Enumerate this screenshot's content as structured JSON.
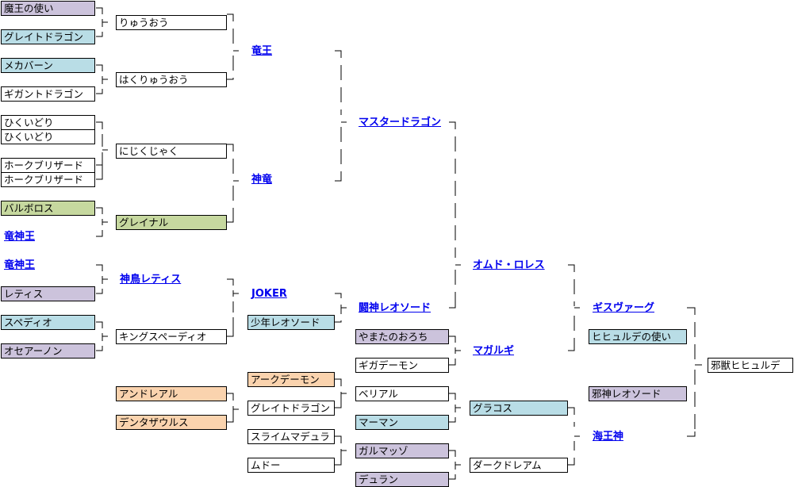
{
  "palette": {
    "purple": "#ccc3dc",
    "blue": "#b9dde6",
    "green": "#c6d89f",
    "orange": "#fad3ae",
    "white": "#ffffff",
    "link": "#0000ee"
  },
  "round1": [
    {
      "name": "魔王の使い",
      "color": "purple"
    },
    {
      "name": "グレイトドラゴン",
      "color": "blue"
    },
    {
      "name": "メカバーン",
      "color": "blue"
    },
    {
      "name": "ギガントドラゴン",
      "color": "white"
    },
    {
      "name": "ひくいどり",
      "color": "white"
    },
    {
      "name": "ひくいどり",
      "color": "white"
    },
    {
      "name": "ホークブリザード",
      "color": "white"
    },
    {
      "name": "ホークブリザード",
      "color": "white"
    },
    {
      "name": "バルボロス",
      "color": "green"
    },
    {
      "name": "竜神王",
      "color": "link"
    },
    {
      "name": "竜神王",
      "color": "link"
    },
    {
      "name": "レティス",
      "color": "purple"
    },
    {
      "name": "スペディオ",
      "color": "blue"
    },
    {
      "name": "オセアーノン",
      "color": "purple"
    }
  ],
  "round2": [
    {
      "name": "りゅうおう",
      "color": "white"
    },
    {
      "name": "はくりゅうおう",
      "color": "white"
    },
    {
      "name": "にじくじゃく",
      "color": "white"
    },
    {
      "name": "グレイナル",
      "color": "green"
    },
    {
      "name": "神鳥レティス",
      "color": "link"
    },
    {
      "name": "キングスペーディオ",
      "color": "white"
    },
    {
      "name": "アンドレアル",
      "color": "orange"
    },
    {
      "name": "デンタザウルス",
      "color": "orange"
    }
  ],
  "round3": [
    {
      "name": "竜王",
      "color": "link"
    },
    {
      "name": "神竜",
      "color": "link"
    },
    {
      "name": "JOKER",
      "color": "link"
    },
    {
      "name": "少年レオソード",
      "color": "blue"
    },
    {
      "name": "アークデーモン",
      "color": "orange"
    },
    {
      "name": "グレイトドラゴン",
      "color": "white"
    },
    {
      "name": "スライムマデュラ",
      "color": "white"
    },
    {
      "name": "ムドー",
      "color": "white"
    }
  ],
  "round4": [
    {
      "name": "マスタードラゴン",
      "color": "link"
    },
    {
      "name": "闘神レオソード",
      "color": "link"
    },
    {
      "name": "やまたのおろち",
      "color": "purple"
    },
    {
      "name": "ギガデーモン",
      "color": "white"
    },
    {
      "name": "ベリアル",
      "color": "white"
    },
    {
      "name": "マーマン",
      "color": "blue"
    },
    {
      "name": "ガルマッゾ",
      "color": "purple"
    },
    {
      "name": "デュラン",
      "color": "purple"
    }
  ],
  "round5": [
    {
      "name": "オムド・ロレス",
      "color": "link"
    },
    {
      "name": "マガルギ",
      "color": "link"
    },
    {
      "name": "グラコス",
      "color": "blue"
    },
    {
      "name": "ダークドレアム",
      "color": "white"
    }
  ],
  "round6": [
    {
      "name": "ギスヴァーグ",
      "color": "link"
    },
    {
      "name": "ヒヒュルデの使い",
      "color": "blue"
    },
    {
      "name": "邪神レオソード",
      "color": "purple"
    },
    {
      "name": "海王神",
      "color": "link"
    }
  ],
  "final": [
    {
      "name": "邪獣ヒヒュルデ",
      "color": "white"
    }
  ]
}
